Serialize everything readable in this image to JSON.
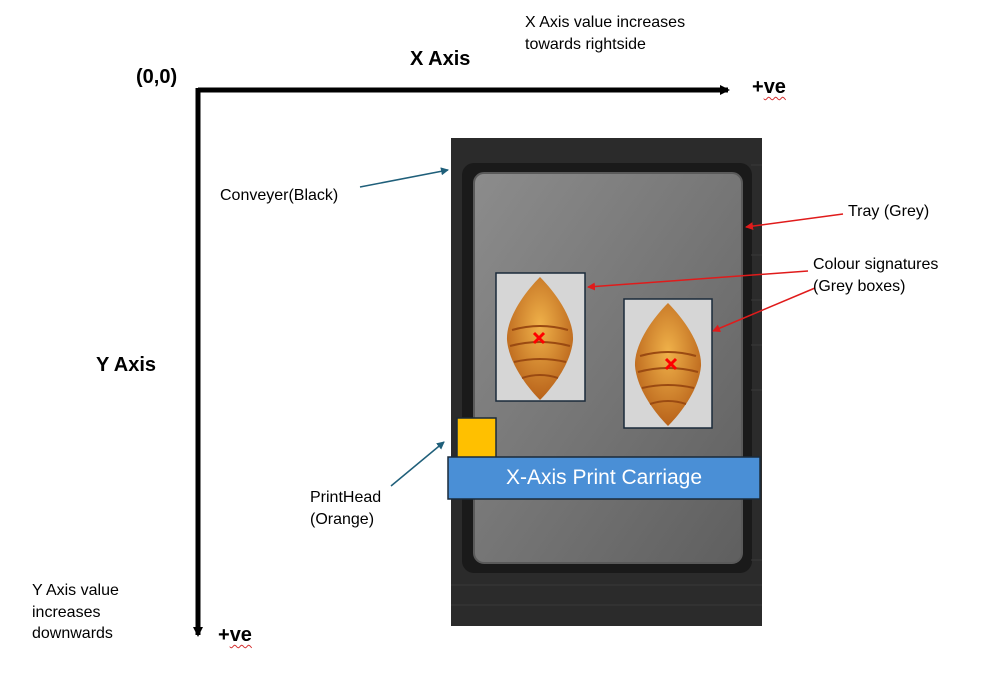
{
  "labels": {
    "origin": "(0,0)",
    "x_axis": "X Axis",
    "x_axis_note": "X Axis value increases\ntowards rightside",
    "x_positive_prefix": "+",
    "x_positive_suffix": "ve",
    "y_axis": "Y Axis",
    "y_axis_note": "Y Axis value\nincreases\ndownwards",
    "y_positive_prefix": "+",
    "y_positive_suffix": "ve",
    "conveyor": "Conveyer(Black)",
    "tray": "Tray (Grey)",
    "colour_signatures": "Colour signatures\n(Grey boxes)",
    "printhead": "PrintHead\n(Orange)",
    "print_carriage": "X-Axis Print Carriage"
  },
  "colors": {
    "conveyor": "#2b2b2b",
    "tray": "#7a7a7a",
    "signature_box": "#d6d6d6",
    "printhead": "#ffc000",
    "carriage": "#4a8fd6",
    "red_arrow": "#e01b1b",
    "teal_arrow": "#1f5f7a",
    "croissant": "#d98a2b",
    "marker": "#ff0000"
  },
  "icons": [
    "croissant-icon",
    "x-marker-icon"
  ]
}
